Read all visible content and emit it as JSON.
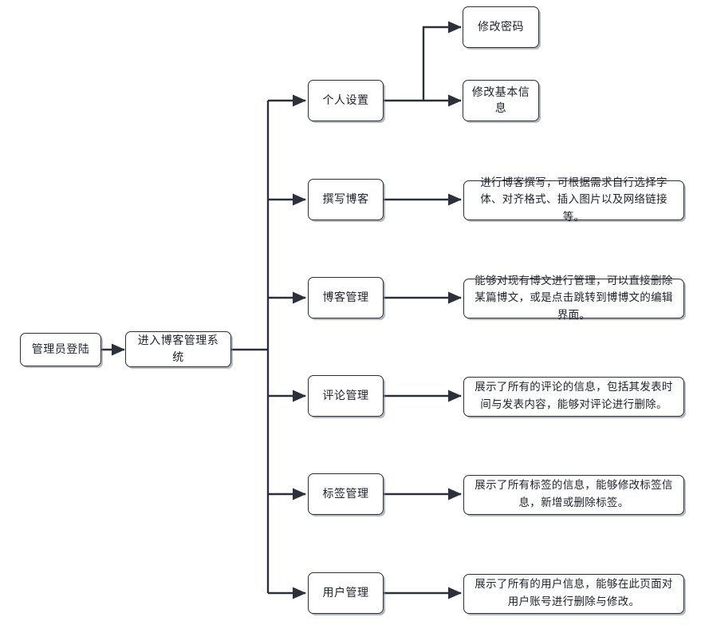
{
  "diagram": {
    "title": "博客管理系统功能流程图",
    "type": "flowchart",
    "direction": "left-to-right",
    "style": {
      "background": "#ffffff",
      "node_fill": "#ffffff",
      "node_stroke": "#2b303a",
      "text_color": "#20242c",
      "edge_color": "#2b303a",
      "shadow_color": "#787e8a"
    }
  },
  "nodes": {
    "admin_login": {
      "label": "管理员登陆"
    },
    "enter_system": {
      "label": "进入博客管理系统"
    },
    "personal_settings": {
      "label": "个人设置"
    },
    "change_password": {
      "label": "修改密码"
    },
    "change_basic_info": {
      "label": "修改基本信息"
    },
    "write_blog": {
      "label": "撰写博客"
    },
    "write_blog_desc": {
      "label": "进行博客撰写，可根据需求自行选择字体、对齐格式、插入图片以及网络链接等。"
    },
    "blog_manage": {
      "label": "博客管理"
    },
    "blog_manage_desc": {
      "label": "能够对现有博文进行管理，可以直接删除某篇博文，或是点击跳转到博博文的编辑界面。"
    },
    "comment_manage": {
      "label": "评论管理"
    },
    "comment_manage_desc": {
      "label": "展示了所有的评论的信息，包括其发表时间与发表内容，能够对评论进行删除。"
    },
    "tag_manage": {
      "label": "标签管理"
    },
    "tag_manage_desc": {
      "label": "展示了所有标签的信息，能够修改标签信息，新增或删除标签。"
    },
    "user_manage": {
      "label": "用户管理"
    },
    "user_manage_desc": {
      "label": "展示了所有的用户信息，能够在此页面对用户账号进行删除与修改。"
    }
  }
}
